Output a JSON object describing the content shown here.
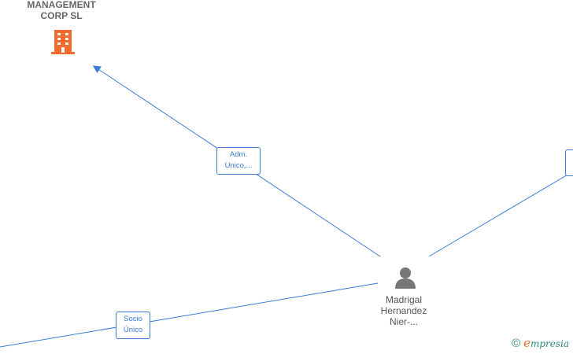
{
  "nodes": {
    "company": {
      "line1": "MANAGEMENT",
      "line2": "CORP  SL",
      "icon": "building-icon",
      "color": "#f26a2e"
    },
    "person": {
      "line1": "Madrigal",
      "line2": "Hernandez",
      "line3": "Nier-...",
      "icon": "person-icon",
      "color": "#777777"
    }
  },
  "edges": {
    "adm": {
      "line1": "Adm.",
      "line2": "Unico,..."
    },
    "socio": {
      "line1": "Socio",
      "line2": "Único"
    }
  },
  "colors": {
    "edge": "#3a7bd5"
  },
  "brand": {
    "copyright": "©",
    "e": "e",
    "name": "mpresia"
  }
}
